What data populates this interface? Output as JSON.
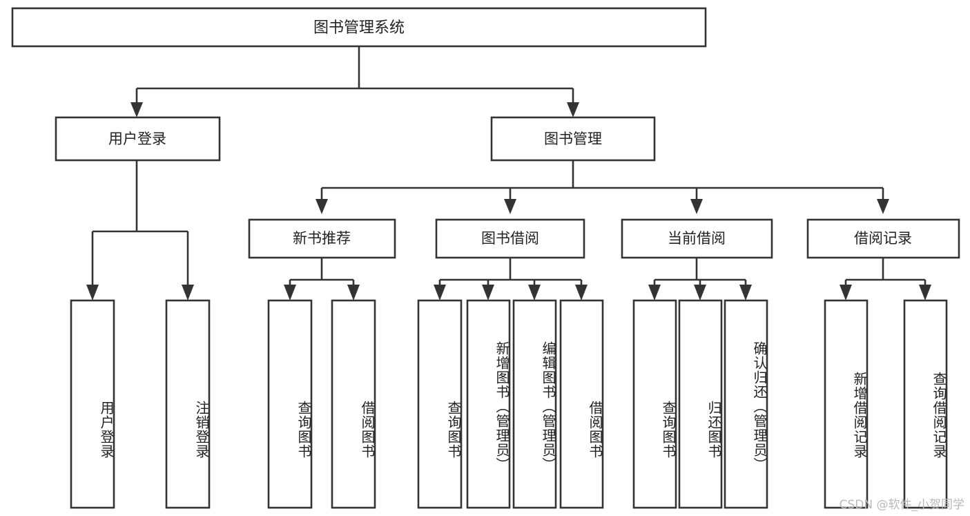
{
  "diagram": {
    "title": "图书管理系统",
    "type": "hierarchy-tree",
    "watermark": "CSDN @软件_小贺同学",
    "colors": {
      "box_stroke": "#333333",
      "box_fill": "#ffffff",
      "text": "#222222",
      "background": "#ffffff",
      "watermark": "#b9b9b9"
    },
    "levels": {
      "root": {
        "label": "图书管理系统"
      },
      "level2": [
        {
          "label": "用户登录"
        },
        {
          "label": "图书管理"
        }
      ],
      "level3": [
        {
          "label": "新书推荐"
        },
        {
          "label": "图书借阅"
        },
        {
          "label": "当前借阅"
        },
        {
          "label": "借阅记录"
        }
      ],
      "leaves": [
        {
          "label": "用户登录",
          "parent": "用户登录"
        },
        {
          "label": "注销登录",
          "parent": "用户登录"
        },
        {
          "label": "查询图书",
          "parent": "新书推荐"
        },
        {
          "label": "借阅图书",
          "parent": "新书推荐"
        },
        {
          "label": "查询图书",
          "parent": "图书借阅"
        },
        {
          "label": "新增图书（管理员）",
          "parent": "图书借阅"
        },
        {
          "label": "编辑图书（管理员）",
          "parent": "图书借阅"
        },
        {
          "label": "借阅图书",
          "parent": "图书借阅"
        },
        {
          "label": "查询图书",
          "parent": "当前借阅"
        },
        {
          "label": "归还图书",
          "parent": "当前借阅"
        },
        {
          "label": "确认归还（管理员）",
          "parent": "当前借阅"
        },
        {
          "label": "新增借阅记录",
          "parent": "借阅记录"
        },
        {
          "label": "查询借阅记录",
          "parent": "借阅记录"
        }
      ]
    }
  }
}
